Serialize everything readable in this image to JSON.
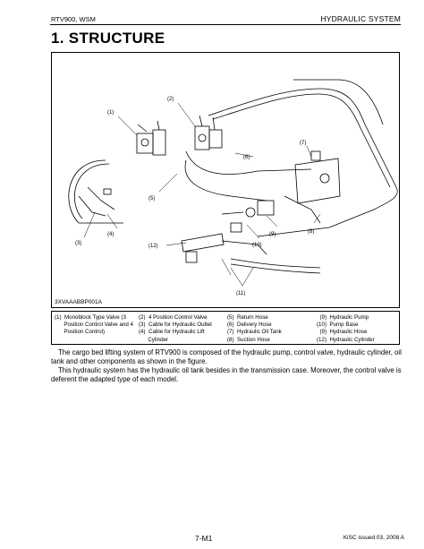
{
  "header": {
    "left": "RTV900, WSM",
    "right": "HYDRAULIC  SYSTEM"
  },
  "title": "1.  STRUCTURE",
  "figure": {
    "id": "3XVAAABBP001A",
    "callouts": [
      "(1)",
      "(2)",
      "(3)",
      "(4)",
      "(5)",
      "(6)",
      "(7)",
      "(8)",
      "(9)",
      "(10)",
      "(11)",
      "(12)"
    ]
  },
  "legend": {
    "col1": "(1)  Monoblock Type Valve (3\n      Position Control Valve and 4\n      Position Control)",
    "col2": "(2)  4 Position Control Valve\n(3)  Cable for Hydraulic Outlet\n(4)  Cable for Hydraulic Lift\n      Cylinder",
    "col3": "(5)  Return Hose\n(6)  Delivery Hose\n(7)  Hydraulic Oil Tank\n(8)  Suction Hose",
    "col4": "  (9)  Hydraulic Pump\n(10)  Pump Base\n  (9)  Hydraulic Hose\n(12)  Hydraulic Cylinder"
  },
  "body": {
    "p1": "The cargo bed lifting system of RTV900 is composed of the hydraulic pump, control valve, hydraulic cylinder, oil tank and other components as shown in the figure.",
    "p2": "This hydraulic system has the hydraulic oil tank besides in the transmission case.  Moreover, the control valve is deferent the adapted type of each model."
  },
  "footer": {
    "page": "7-M1",
    "issue": "KiSC issued 03, 2008 A"
  }
}
